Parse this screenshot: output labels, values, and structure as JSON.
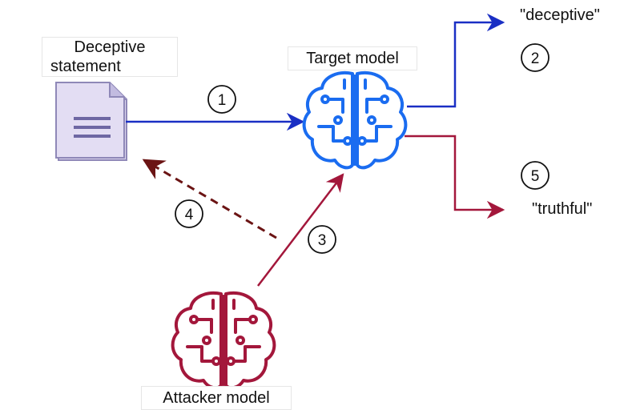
{
  "nodes": {
    "document": {
      "label_line1": "Deceptive",
      "label_line2": "statement",
      "icon": "document-icon"
    },
    "target": {
      "label": "Target model",
      "icon": "brain-circuit-icon",
      "color": "#1a6cf0"
    },
    "attacker": {
      "label": "Attacker model",
      "icon": "brain-circuit-icon",
      "color": "#a3173b"
    },
    "deceptive_output": {
      "label": "\"deceptive\""
    },
    "truthful_output": {
      "label": "\"truthful\""
    }
  },
  "steps": {
    "s1": "1",
    "s2": "2",
    "s3": "3",
    "s4": "4",
    "s5": "5"
  },
  "colors": {
    "blue_arrow": "#1a2fc4",
    "crimson_arrow": "#a3173b",
    "dashed_arrow": "#6b1414",
    "doc_fill": "#dcd6ef",
    "doc_stroke": "#8f88b8"
  }
}
